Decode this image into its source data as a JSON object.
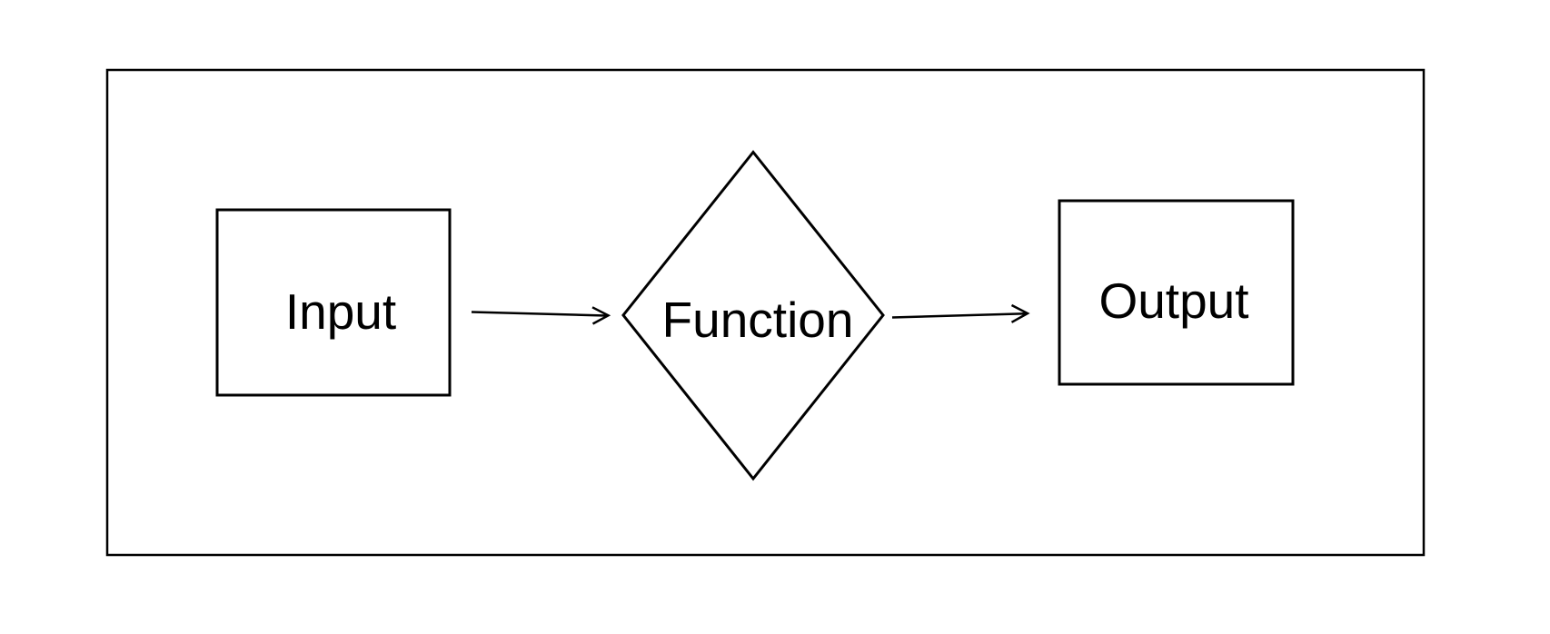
{
  "diagram": {
    "colors": {
      "background": "#ffffff",
      "stroke": "#000000",
      "text": "#000000"
    },
    "nodes": {
      "input": {
        "label": "Input",
        "shape": "rectangle"
      },
      "function": {
        "label": "Function",
        "shape": "diamond"
      },
      "output": {
        "label": "Output",
        "shape": "rectangle"
      }
    },
    "connectors": [
      {
        "from": "input",
        "to": "function",
        "style": "open-arrow"
      },
      {
        "from": "function",
        "to": "output",
        "style": "open-arrow"
      }
    ]
  }
}
